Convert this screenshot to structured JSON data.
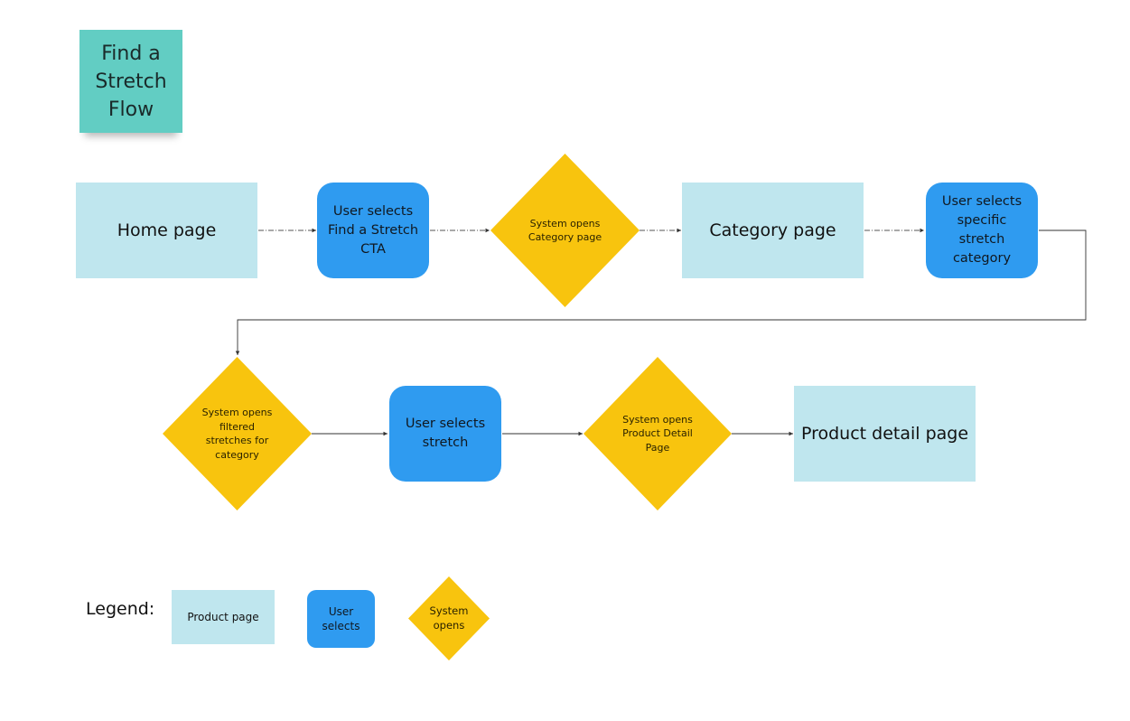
{
  "title": {
    "line1": "Find a",
    "line2": "Stretch",
    "line3": "Flow"
  },
  "row1": {
    "home_page": "Home page",
    "user_selects_find": {
      "line1": "User selects",
      "line2": "Find a Stretch",
      "line3": "CTA"
    },
    "system_opens_category": {
      "line1": "System opens",
      "line2": "Category page"
    },
    "category_page": "Category page",
    "user_selects_category": {
      "line1": "User selects",
      "line2": "specific stretch",
      "line3": "category"
    }
  },
  "row2": {
    "system_opens_filtered": {
      "line1": "System opens",
      "line2": "filtered",
      "line3": "stretches for",
      "line4": "category"
    },
    "user_selects_stretch": {
      "line1": "User selects",
      "line2": "stretch"
    },
    "system_opens_pdp": {
      "line1": "System opens",
      "line2": "Product Detail",
      "line3": "Page"
    },
    "product_detail_page": "Product detail page"
  },
  "legend": {
    "label": "Legend:",
    "product_page": "Product page",
    "user_selects": "User selects",
    "system_opens": {
      "line1": "System",
      "line2": "opens"
    }
  },
  "colors": {
    "page": "#bfe6ee",
    "user_action": "#2f9bf0",
    "system": "#f8c40e",
    "sticky": "#62cdc3",
    "connector": "#333333"
  }
}
